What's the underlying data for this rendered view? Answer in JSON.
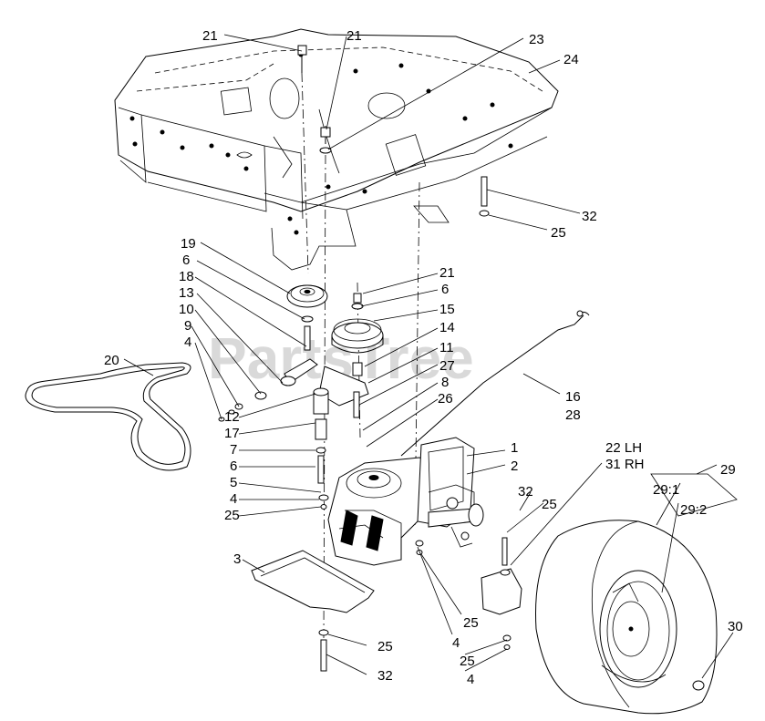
{
  "watermark": "PartsTree",
  "labels": {
    "l21a": "21",
    "l21b": "21",
    "l23": "23",
    "l24": "24",
    "l32a": "32",
    "l25a": "25",
    "l19": "19",
    "l6a": "6",
    "l18": "18",
    "l13": "13",
    "l10": "10",
    "l9": "9",
    "l4a": "4",
    "l20": "20",
    "l21c": "21",
    "l6b": "6",
    "l15": "15",
    "l14": "14",
    "l11": "11",
    "l27": "27",
    "l8": "8",
    "l26": "26",
    "l16": "16",
    "l28": "28",
    "l12": "12",
    "l17": "17",
    "l7": "7",
    "l6c": "6",
    "l5": "5",
    "l4b": "4",
    "l25b": "25",
    "l1": "1",
    "l2": "2",
    "l22": "22 LH",
    "l31": "31 RH",
    "l29": "29",
    "l29_1": "29:1",
    "l29_2": "29:2",
    "l32b": "32",
    "l25c": "25",
    "l3": "3",
    "l25d": "25",
    "l4c": "4",
    "l25e": "25",
    "l4d": "4",
    "l25f": "25",
    "l32c": "32",
    "l30": "30"
  }
}
